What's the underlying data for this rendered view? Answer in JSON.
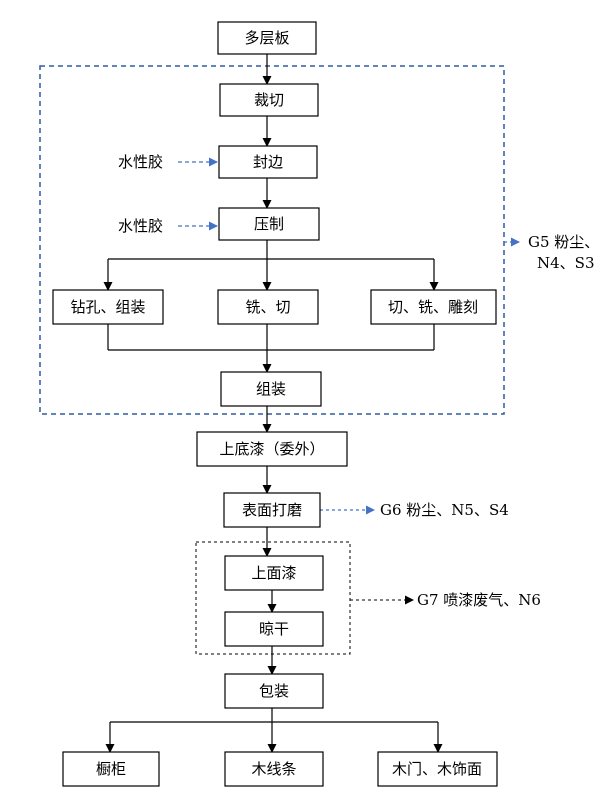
{
  "steps": {
    "plywood": "多层板",
    "cutting": "裁切",
    "edge_banding": "封边",
    "pressing": "压制",
    "drill_assemble": "钻孔、组装",
    "mill_cut": "铣、切",
    "cut_mill_carve": "切、铣、雕刻",
    "assembly": "组装",
    "primer": "上底漆（委外）",
    "sanding": "表面打磨",
    "topcoat": "上面漆",
    "drying": "晾干",
    "packaging": "包装"
  },
  "inputs": {
    "glue_1": "水性胶",
    "glue_2": "水性胶"
  },
  "emissions": {
    "g5_line1": "G5 粉尘、",
    "g5_line2": "N4、S3",
    "g6": "G6 粉尘、N5、S4",
    "g7": "G7 喷漆废气、N6"
  },
  "products": {
    "cabinet": "橱柜",
    "molding": "木线条",
    "door_trim": "木门、木饰面"
  },
  "colors": {
    "box_stroke": "#000000",
    "dashed_blue": "#2E5C9E",
    "arrow_blue": "#4472C4",
    "arrow_black": "#000000"
  }
}
